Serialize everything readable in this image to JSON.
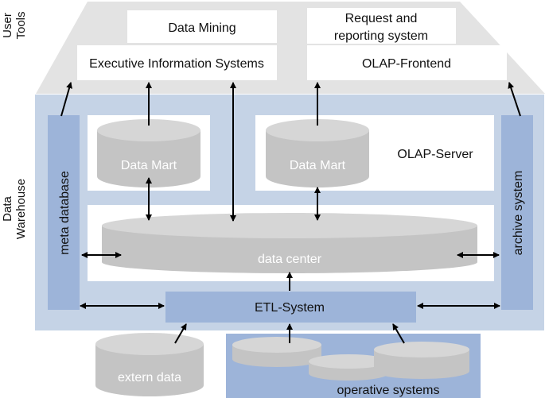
{
  "side_labels": {
    "user_tools": [
      "User",
      "Tools"
    ],
    "data_warehouse": [
      "Data",
      "Warehouse"
    ]
  },
  "user_tools": {
    "data_mining": "Data Mining",
    "executive_information_systems": "Executive Information Systems",
    "request_reporting": [
      "Request and",
      "reporting system"
    ],
    "olap_frontend": "OLAP-Frontend"
  },
  "warehouse": {
    "meta_database": "meta database",
    "archive_system": "archive system",
    "data_mart_left": "Data Mart",
    "data_mart_right": "Data Mart",
    "olap_server": "OLAP-Server",
    "data_center": "data center",
    "etl_system": "ETL-System"
  },
  "sources": {
    "extern_data": "extern data",
    "operative_systems": "operative systems"
  },
  "colors": {
    "trapezoid_fill": "#e3e3e3",
    "warehouse_fill": "#c5d3e6",
    "accent_fill": "#9db4d9",
    "cylinder_fill": "#c4c4c4",
    "cylinder_top": "#d6d6d6",
    "arrow": "#000000"
  }
}
